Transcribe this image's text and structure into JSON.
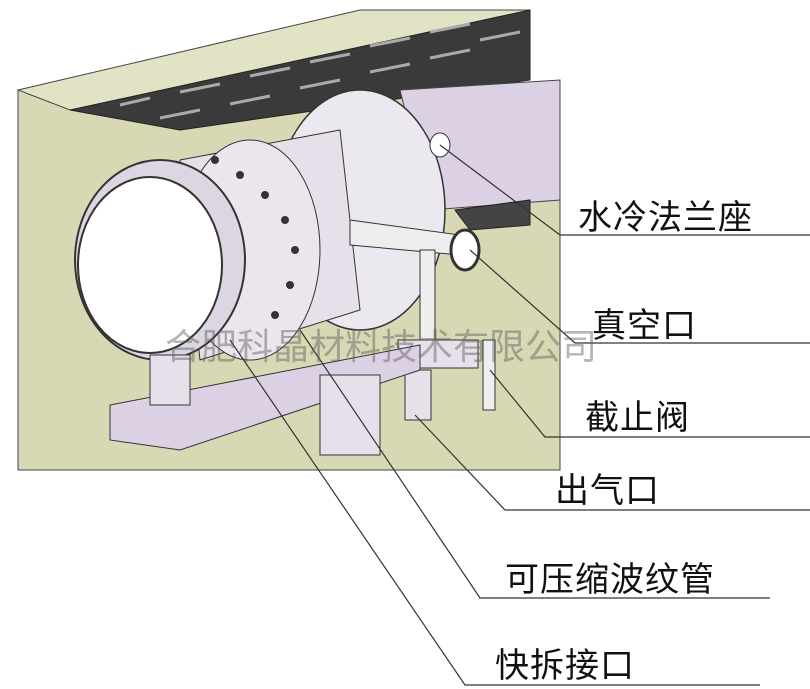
{
  "watermark": "合肥科晶材料技术有限公司",
  "labels": {
    "water_cooled_flange_seat": "水冷法兰座",
    "vacuum_port": "真空口",
    "stop_valve": "截止阀",
    "gas_outlet": "出气口",
    "compressible_bellows": "可压缩波纹管",
    "quick_release_connector": "快拆接口"
  },
  "colors": {
    "panel": "#d8d8b4",
    "belt": "#3a3a3a",
    "metal": "#e6e0ea",
    "frame": "#dcd0e4"
  }
}
